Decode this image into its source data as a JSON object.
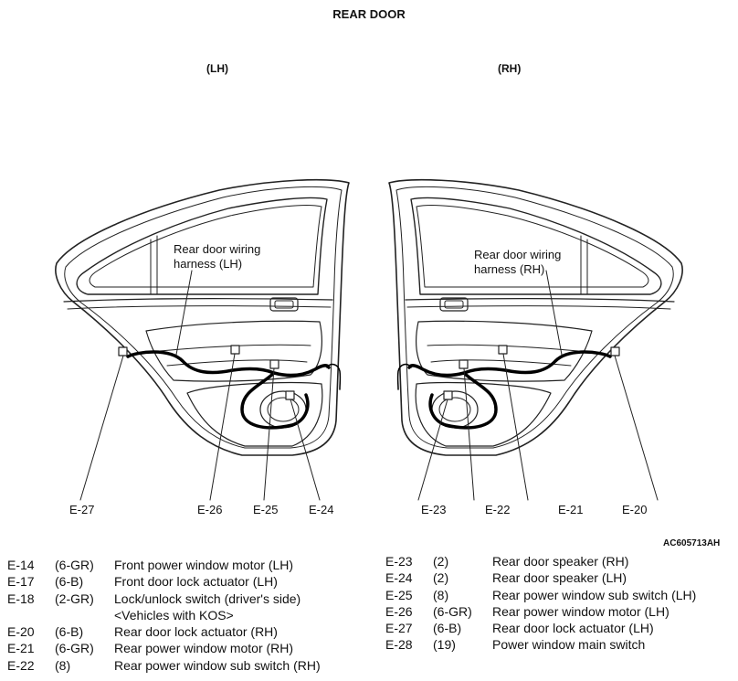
{
  "title": "REAR DOOR",
  "sides": {
    "lh": "(LH)",
    "rh": "(RH)"
  },
  "harness_labels": {
    "lh": [
      "Rear door wiring",
      "harness (LH)"
    ],
    "rh": [
      "Rear door wiring",
      "harness (RH)"
    ]
  },
  "connector_labels": {
    "lh": [
      "E-27",
      "E-26",
      "E-25",
      "E-24"
    ],
    "rh": [
      "E-23",
      "E-22",
      "E-21",
      "E-20"
    ]
  },
  "figure_code": "AC605713AH",
  "legend_left": [
    {
      "code": "E-14",
      "pins": "(6-GR)",
      "desc": "Front power window motor (LH)"
    },
    {
      "code": "E-17",
      "pins": "(6-B)",
      "desc": "Front door lock actuator (LH)"
    },
    {
      "code": "E-18",
      "pins": "(2-GR)",
      "desc": "Lock/unlock switch (driver's side)"
    },
    {
      "code": "",
      "pins": "",
      "desc": "<Vehicles with KOS>"
    },
    {
      "code": "E-20",
      "pins": "(6-B)",
      "desc": "Rear door lock actuator (RH)"
    },
    {
      "code": "E-21",
      "pins": "(6-GR)",
      "desc": "Rear power window motor (RH)"
    },
    {
      "code": "E-22",
      "pins": "(8)",
      "desc": "Rear power window sub switch (RH)"
    }
  ],
  "legend_right": [
    {
      "code": "E-23",
      "pins": "(2)",
      "desc": "Rear door speaker (RH)"
    },
    {
      "code": "E-24",
      "pins": "(2)",
      "desc": "Rear door speaker (LH)"
    },
    {
      "code": "E-25",
      "pins": "(8)",
      "desc": "Rear power window sub switch (LH)"
    },
    {
      "code": "E-26",
      "pins": "(6-GR)",
      "desc": "Rear power window motor (LH)"
    },
    {
      "code": "E-27",
      "pins": "(6-B)",
      "desc": "Rear door lock actuator (LH)"
    },
    {
      "code": "E-28",
      "pins": "(19)",
      "desc": "Power window main switch"
    }
  ]
}
